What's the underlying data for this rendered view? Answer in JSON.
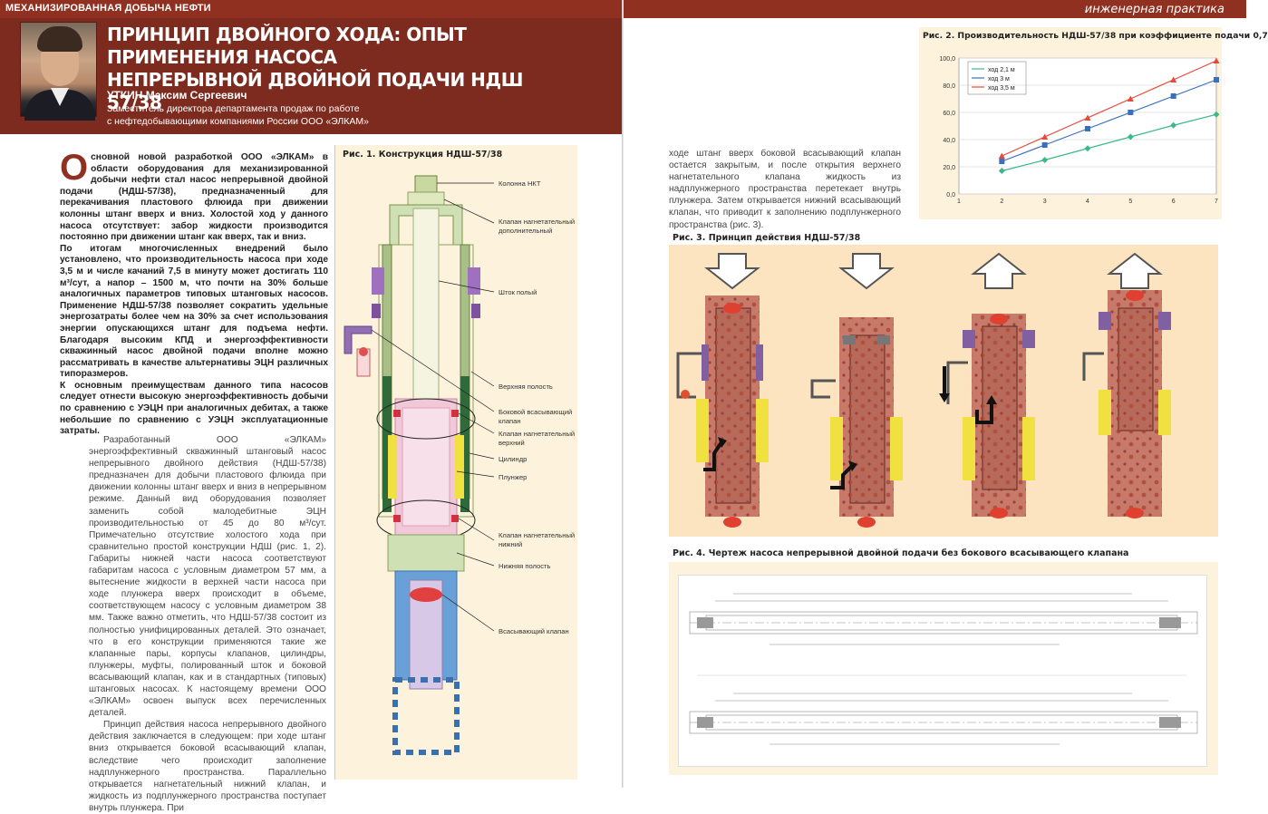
{
  "left": {
    "section": "МЕХАНИЗИРОВАННАЯ ДОБЫЧА НЕФТИ",
    "title_line1": "ПРИНЦИП ДВОЙНОГО ХОДА: ОПЫТ ПРИМЕНЕНИЯ НАСОСА",
    "title_line2": "НЕПРЕРЫВНОЙ ДВОЙНОЙ ПОДАЧИ НДШ 57/38",
    "author_name": "УТКИН Максим Сергеевич",
    "author_pos1": "Заместитель директора департамента продаж по работе",
    "author_pos2": "с нефтедобывающими компаниями России ООО «ЭЛКАМ»",
    "dropcap": "О",
    "lead_p1": "сновной новой разработкой ООО «ЭЛКАМ» в области оборудования для механизированной добычи нефти стал насос непрерывной двойной подачи (НДШ-57/38), предназначенный для перекачивания пластового флюида при движении колонны штанг вверх и вниз. Холостой ход у данного насоса отсутствует: забор жидкости производится постоянно при движении штанг как вверх, так и вниз.",
    "lead_p2": "По итогам многочисленных внедрений было установлено, что производительность насоса при ходе 3,5 м и числе качаний 7,5 в минуту может достигать 110 м³/сут, а напор – 1500 м, что почти на 30% больше аналогичных параметров типовых штанговых насосов. Применение НДШ-57/38 позволяет сократить удельные энергозатраты более чем на 30% за счет использования энергии опускающихся штанг для подъема нефти. Благодаря высоким КПД и энергоэффективности скважинный насос двойной подачи вполне можно рассматривать в качестве альтернативы ЭЦН различных типоразмеров.",
    "lead_p3": "К основным преимуществам данного типа насосов следует отнести высокую энергоэффективность добычи по сравнению с УЭЦН при аналогичных дебитах, а также небольшие по сравнению с УЭЦН эксплуатационные затраты.",
    "body_p1": "Разработанный ООО «ЭЛКАМ» энергоэффективный скважинный штанговый насос непрерывного двойного действия (НДШ-57/38) предназначен для добычи пластового флюида при движении колонны штанг вверх и вниз в непрерывном режиме. Данный вид оборудования позволяет заменить собой малодебитные ЭЦН производительностью от 45 до 80 м³/сут. Примечательно отсутствие холостого хода при сравнительно простой конструкции НДШ (рис. 1, 2). Габариты нижней части насоса соответствуют габаритам насоса с условным диаметром 57 мм, а вытеснение жидкости в верхней части насоса при ходе плунжера вверх происходит в объеме, соответствующем насосу с условным диаметром 38 мм. Также важно отметить, что НДШ-57/38 состоит из полностью унифицированных деталей. Это означает, что в его конструкции применяются такие же клапанные пары, корпусы клапанов, цилиндры, плунжеры, муфты, полированный шток и боковой всасывающий клапан, как и в стандартных (типовых) штанговых насосах. К настоящему времени ООО «ЭЛКАМ» освоен выпуск всех перечисленных деталей.",
    "body_p2": "Принцип действия насоса непрерывного двойного действия заключается в следующем: при ходе штанг вниз открывается боковой всасывающий клапан, вследствие чего происходит заполнение надплунжерного пространства. Параллельно открывается нагнетательный нижний клапан, и жидкость из подплунжерного пространства поступает внутрь плунжера. При",
    "fig1_caption": "Рис. 1. Конструкция НДШ-57/38",
    "fig1_labels": [
      "Колонна НКТ",
      "Клапан нагнетательный дополнительный",
      "Шток полый",
      "Верхняя полость",
      "Боковой всасывающий клапан",
      "Клапан нагнетательный верхний",
      "Цилиндр",
      "Плунжер",
      "Клапан нагнетательный нижний",
      "Нижняя полость",
      "Всасывающий клапан"
    ]
  },
  "right": {
    "section": "инженерная практика",
    "col_text": "ходе штанг вверх боковой всасывающий клапан остается закрытым, и после открытия верхнего нагнетательного клапана жидкость из надплунжерного пространства перетекает внутрь плунжера. Затем открывается нижний всасывающий клапан, что приводит к заполнению подплунжерного пространства (рис. 3).",
    "fig2_caption": "Рис. 2. Производительность НДШ-57/38 при коэффициенте подачи 0,7",
    "fig3_caption": "Рис. 3. Принцип действия НДШ-57/38",
    "fig4_caption": "Рис. 4. Чертеж насоса непрерывной двойной подачи без бокового всасывающего клапана"
  },
  "chart_data": {
    "type": "line",
    "x": [
      2,
      3,
      4,
      5,
      6,
      7
    ],
    "xlim": [
      1,
      7
    ],
    "ylim": [
      0,
      100
    ],
    "xticks": [
      "1",
      "2",
      "3",
      "4",
      "5",
      "6",
      "7"
    ],
    "yticks": [
      "0,0",
      "20,0",
      "40,0",
      "60,0",
      "80,0",
      "100,0"
    ],
    "grid": true,
    "legend": "top-left",
    "series": [
      {
        "name": "ход 2,1 м",
        "color": "#3db88a",
        "marker": "diamond",
        "values": [
          17,
          25,
          33.5,
          42,
          50.5,
          58.5
        ]
      },
      {
        "name": "ход 3 м",
        "color": "#3a6fc0",
        "marker": "square",
        "values": [
          24,
          36,
          48,
          60,
          72,
          84
        ]
      },
      {
        "name": "ход 3,5 м",
        "color": "#e8483a",
        "marker": "triangle",
        "values": [
          28,
          42,
          56,
          70,
          84,
          98
        ]
      }
    ]
  }
}
